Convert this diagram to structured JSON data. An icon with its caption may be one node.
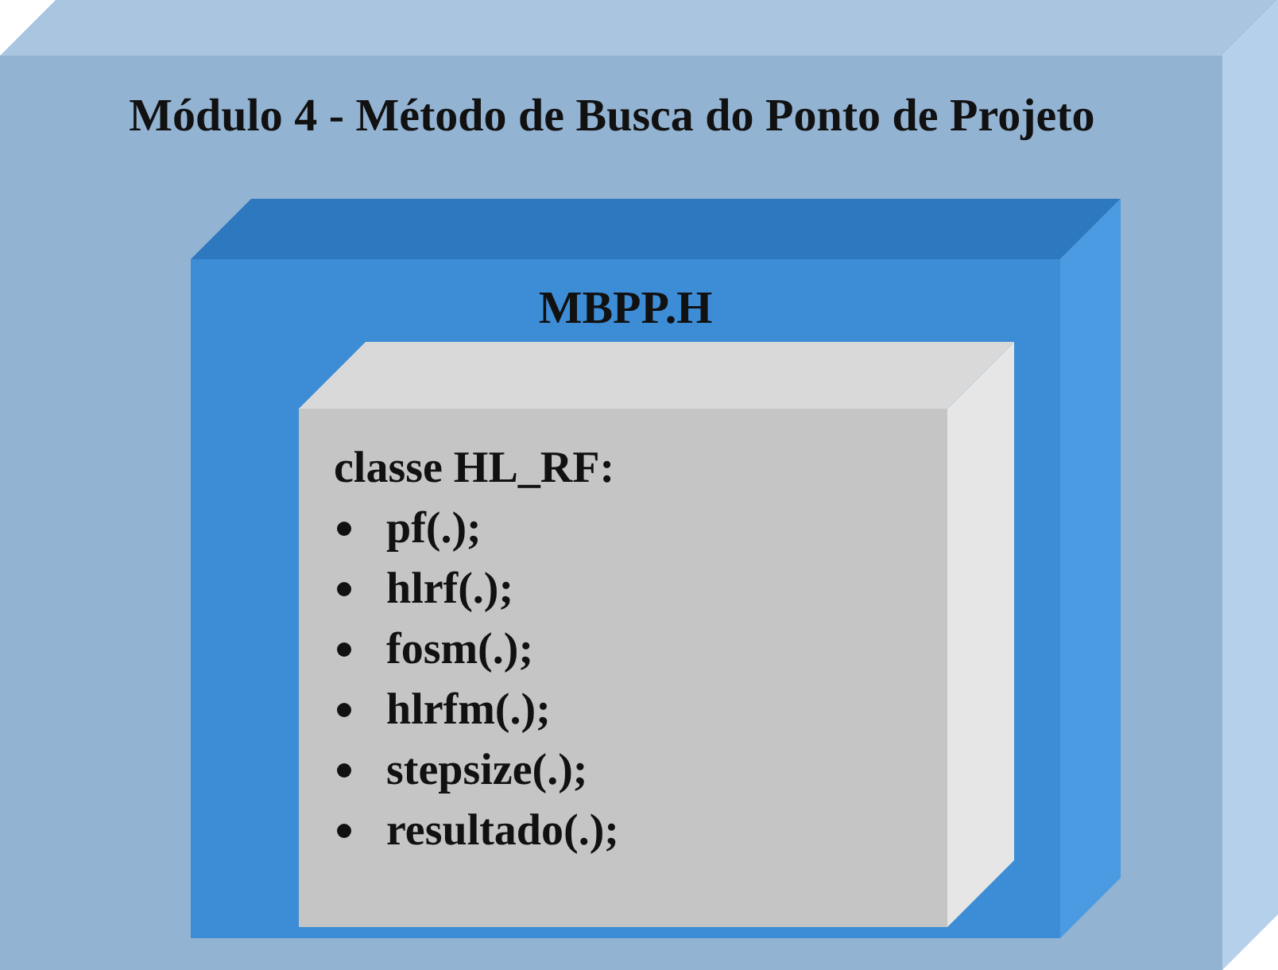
{
  "diagram": {
    "nodes": [
      {
        "text": [
          "Módulo 4 - Método de Busca do Ponto de Projeto"
        ]
      },
      {
        "text": [
          "MBPP.H"
        ],
        "in": 0
      },
      {
        "text": [
          "classe HL_RF:",
          "pf(.);",
          "hlrf(.);",
          "fosm(.);",
          "hlrfm(.);",
          "stepsize(.);",
          "resultado(.);"
        ],
        "in": 1
      }
    ]
  }
}
